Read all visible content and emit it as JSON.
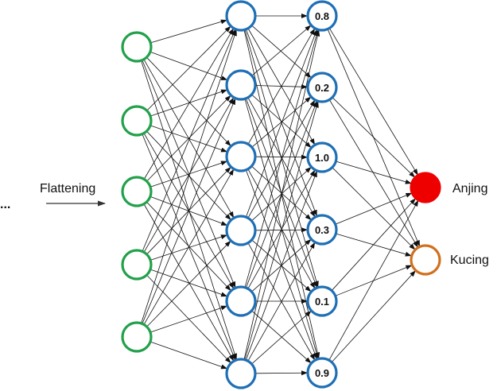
{
  "ellipsis": "...",
  "flatten_label": "Flattening",
  "layers": {
    "input_count": 5,
    "hidden1_count": 6,
    "hidden2_values": [
      "0.8",
      "0.2",
      "1.0",
      "0.3",
      "0.1",
      "0.9"
    ],
    "outputs": [
      {
        "label": "Anjing",
        "active": true
      },
      {
        "label": "Kucing",
        "active": false
      }
    ]
  },
  "colors": {
    "input": "#22a04b",
    "hidden": "#1f6fb5",
    "output_active": "#ee0000",
    "output_inactive": "#d0701e",
    "edge": "#111111"
  }
}
